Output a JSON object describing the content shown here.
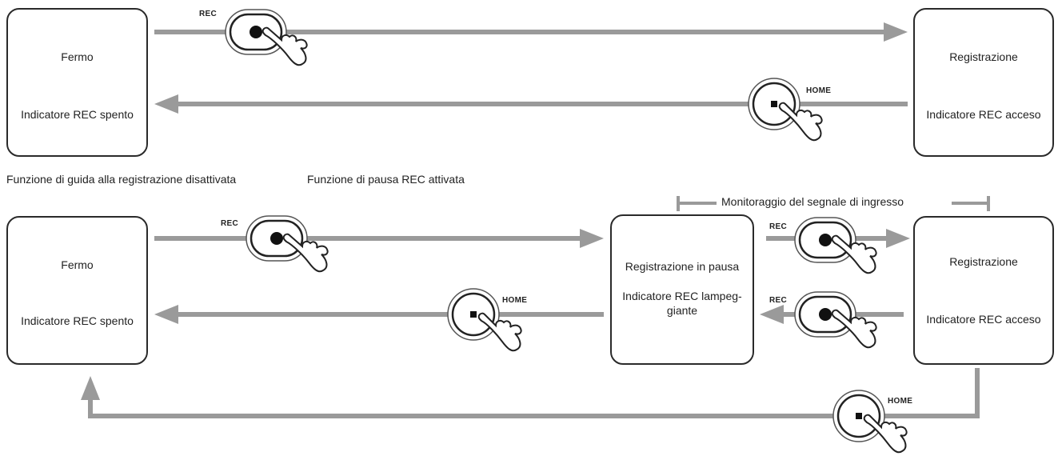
{
  "top": {
    "state_stop": {
      "title": "Fermo",
      "indicator": "Indicatore REC spento"
    },
    "state_rec": {
      "title": "Registrazione",
      "indicator": "Indicatore REC acceso"
    },
    "rec_button_label": "REC",
    "home_button_label": "HOME"
  },
  "captions": {
    "guide_off": "Funzione di guida alla registrazione disattivata",
    "pause_on": "Funzione di pausa REC attivata"
  },
  "bottom": {
    "monitor_label": "Monitoraggio del segnale di ingresso",
    "state_stop": {
      "title": "Fermo",
      "indicator": "Indicatore REC spento"
    },
    "state_pause": {
      "title": "Registrazione in pausa",
      "indicator_line1": "Indicatore REC lampeg-",
      "indicator_line2": "giante"
    },
    "state_rec": {
      "title": "Registrazione",
      "indicator": "Indicatore REC acceso"
    },
    "rec_button_label_1": "REC",
    "rec_button_label_2": "REC",
    "rec_button_label_3": "REC",
    "home_button_label_1": "HOME",
    "home_button_label_2": "HOME"
  },
  "colors": {
    "arrow": "#9a9a9a",
    "border": "#2a2a2a"
  }
}
